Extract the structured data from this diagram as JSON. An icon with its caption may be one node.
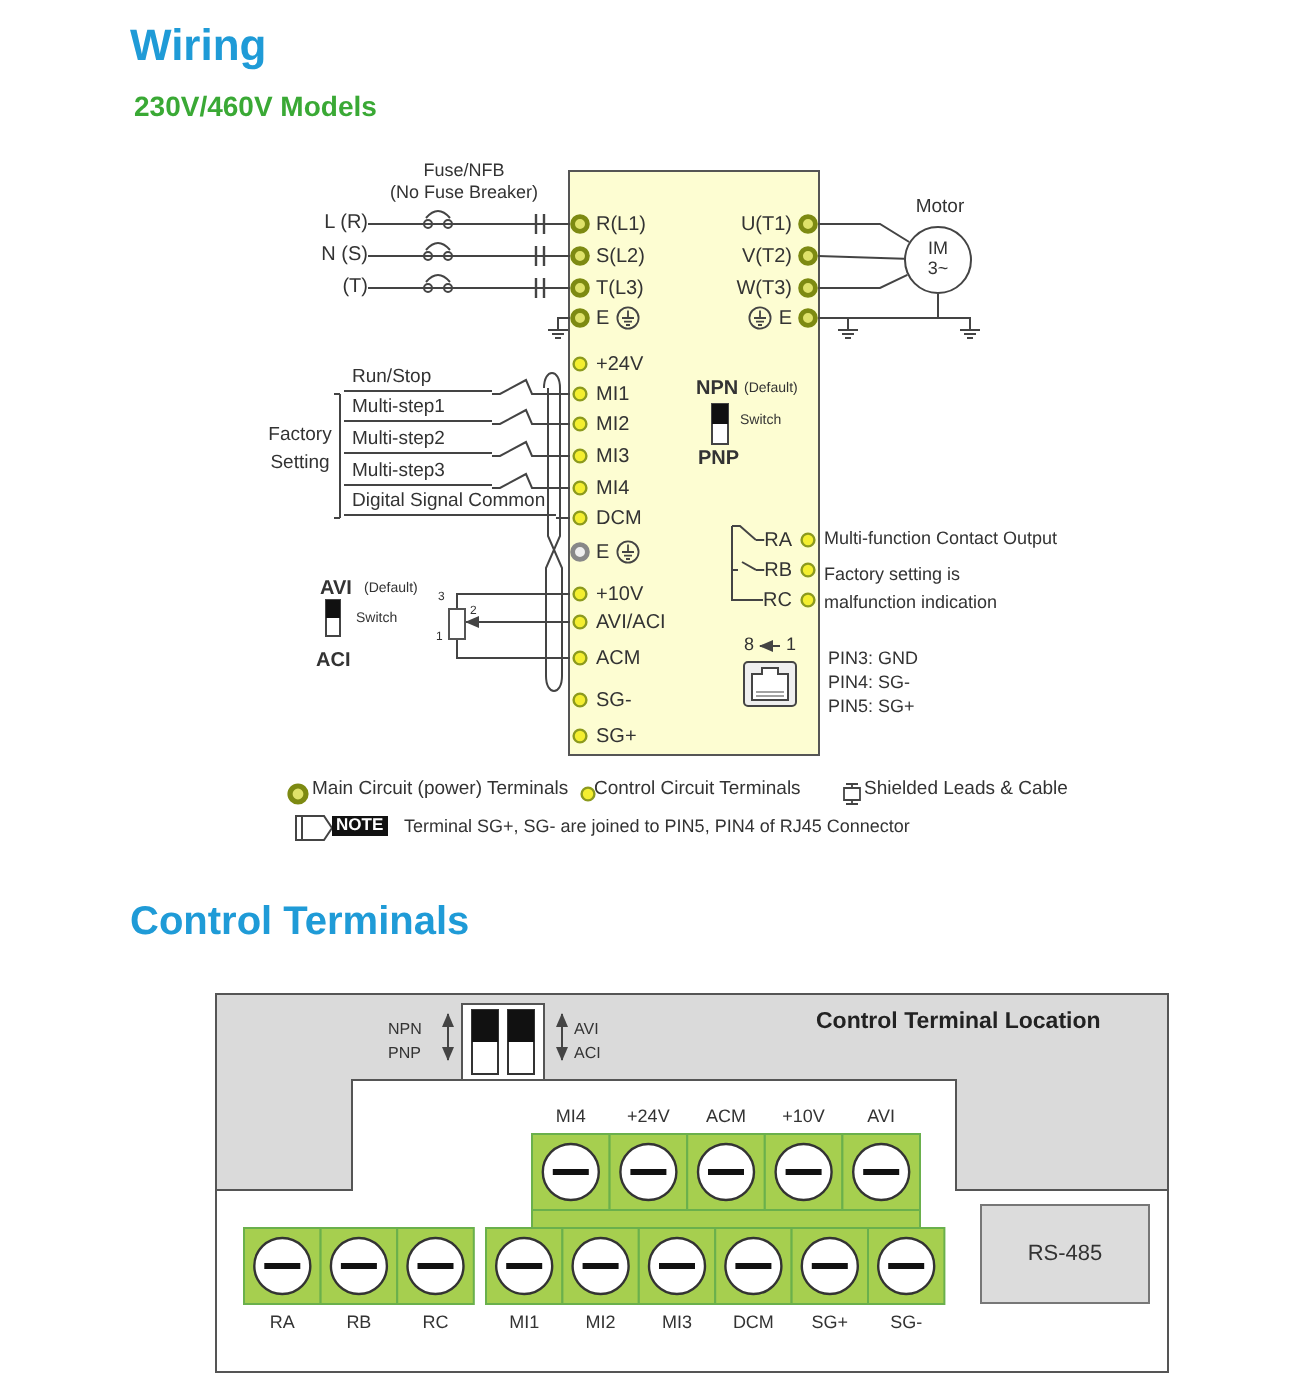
{
  "diagram": {
    "title": "Wiring",
    "nodes": [
      {
        "text": [],
        "shape": "box"
      },
      {
        "text": [
          "R(L1)"
        ],
        "in": 0
      },
      {
        "text": [
          "S(L2)"
        ],
        "in": 0
      },
      {
        "text": [
          "T(L3)"
        ],
        "in": 0
      },
      {
        "text": [
          "E"
        ],
        "in": 0
      },
      {
        "text": [
          "+24V"
        ],
        "in": 0
      },
      {
        "text": [
          "MI1"
        ],
        "in": 0
      },
      {
        "text": [
          "MI2"
        ],
        "in": 0
      },
      {
        "text": [
          "MI3"
        ],
        "in": 0
      },
      {
        "text": [
          "MI4"
        ],
        "in": 0
      },
      {
        "text": [
          "DCM"
        ],
        "in": 0
      },
      {
        "text": [
          "E"
        ],
        "in": 0
      },
      {
        "text": [
          "+10V"
        ],
        "in": 0
      },
      {
        "text": [
          "AVI/ACI"
        ],
        "in": 0
      },
      {
        "text": [
          "ACM"
        ],
        "in": 0
      },
      {
        "text": [
          "SG-"
        ],
        "in": 0
      },
      {
        "text": [
          "SG+"
        ],
        "in": 0
      },
      {
        "text": [
          "U(T1)"
        ],
        "in": 0
      },
      {
        "text": [
          "V(T2)"
        ],
        "in": 0
      },
      {
        "text": [
          "W(T3)"
        ],
        "in": 0
      },
      {
        "text": [
          "E"
        ],
        "in": 0
      },
      {
        "text": [
          "RA"
        ],
        "in": 0
      },
      {
        "text": [
          "RB"
        ],
        "in": 0
      },
      {
        "text": [
          "RC"
        ],
        "in": 0
      },
      {
        "text": [
          "L (R)"
        ]
      },
      {
        "text": [
          "N (S)"
        ]
      },
      {
        "text": [
          "(T)"
        ]
      },
      {
        "text": [
          "Motor",
          "IM 3~"
        ]
      },
      {
        "text": [
          "Run/Stop"
        ]
      },
      {
        "text": [
          "Multi-step1"
        ]
      },
      {
        "text": [
          "Multi-step2"
        ]
      },
      {
        "text": [
          "Multi-step3"
        ]
      },
      {
        "text": [
          "Digital Signal Common"
        ]
      },
      {
        "text": [],
        "shape": "box"
      },
      {
        "text": [
          "RS-485"
        ]
      },
      {
        "text": [],
        "shape": "picture",
        "in": 0
      }
    ],
    "edges": [
      {
        "from": 24,
        "to": 1,
        "arrow": "none"
      },
      {
        "from": 25,
        "to": 2,
        "arrow": "none"
      },
      {
        "from": 26,
        "to": 3,
        "arrow": "none"
      },
      {
        "from": 17,
        "to": 27,
        "arrow": "none"
      },
      {
        "from": 18,
        "to": 27,
        "arrow": "none"
      },
      {
        "from": 19,
        "to": 27,
        "arrow": "none"
      },
      {
        "from": 20,
        "to": 27,
        "arrow": "none"
      },
      {
        "from": 28,
        "to": 6,
        "arrow": "none"
      },
      {
        "from": 29,
        "to": 7,
        "arrow": "none"
      },
      {
        "from": 30,
        "to": 8,
        "arrow": "none"
      },
      {
        "from": 31,
        "to": 9,
        "arrow": "none"
      },
      {
        "from": 32,
        "to": 10,
        "arrow": "none"
      },
      {
        "from": 33,
        "to": 12,
        "arrow": "none"
      },
      {
        "from": 13,
        "to": 33,
        "arrow": "to"
      },
      {
        "from": 33,
        "to": 14,
        "arrow": "none"
      },
      {
        "from": 35,
        "to": 21,
        "arrow": "none"
      },
      {
        "from": 35,
        "to": 22,
        "arrow": "none"
      },
      {
        "from": 35,
        "to": 23,
        "arrow": "none"
      }
    ],
    "labels": [
      "230V/460V Models",
      "Fuse/NFB",
      "(No Fuse Breaker)",
      "Factory Setting",
      "NPN",
      "(Default)",
      "Switch",
      "PNP",
      "AVI",
      "(Default)",
      "Switch",
      "ACI",
      "3",
      "2",
      "1",
      "Multi-function Contact Output",
      "Factory setting is malfunction indication",
      "8",
      "1",
      "PIN3: GND",
      "PIN4: SG-",
      "PIN5: SG+",
      "NOTE",
      "Terminal SG+, SG- are joined to PIN5, PIN4 of RJ45 Connector",
      "Control Terminals",
      "NPN",
      "PNP",
      "AVI",
      "ACI",
      "Control Terminal Location",
      "MI4",
      "+24V",
      "ACM",
      "+10V",
      "AVI",
      "RA",
      "RB",
      "RC",
      "MI1",
      "MI2",
      "MI3",
      "DCM",
      "SG+",
      "SG-"
    ],
    "legend": [
      {
        "text": "Main Circuit (power) Terminals"
      },
      {
        "text": "Control Circuit Terminals"
      },
      {
        "text": "Shielded Leads & Cable"
      }
    ]
  }
}
